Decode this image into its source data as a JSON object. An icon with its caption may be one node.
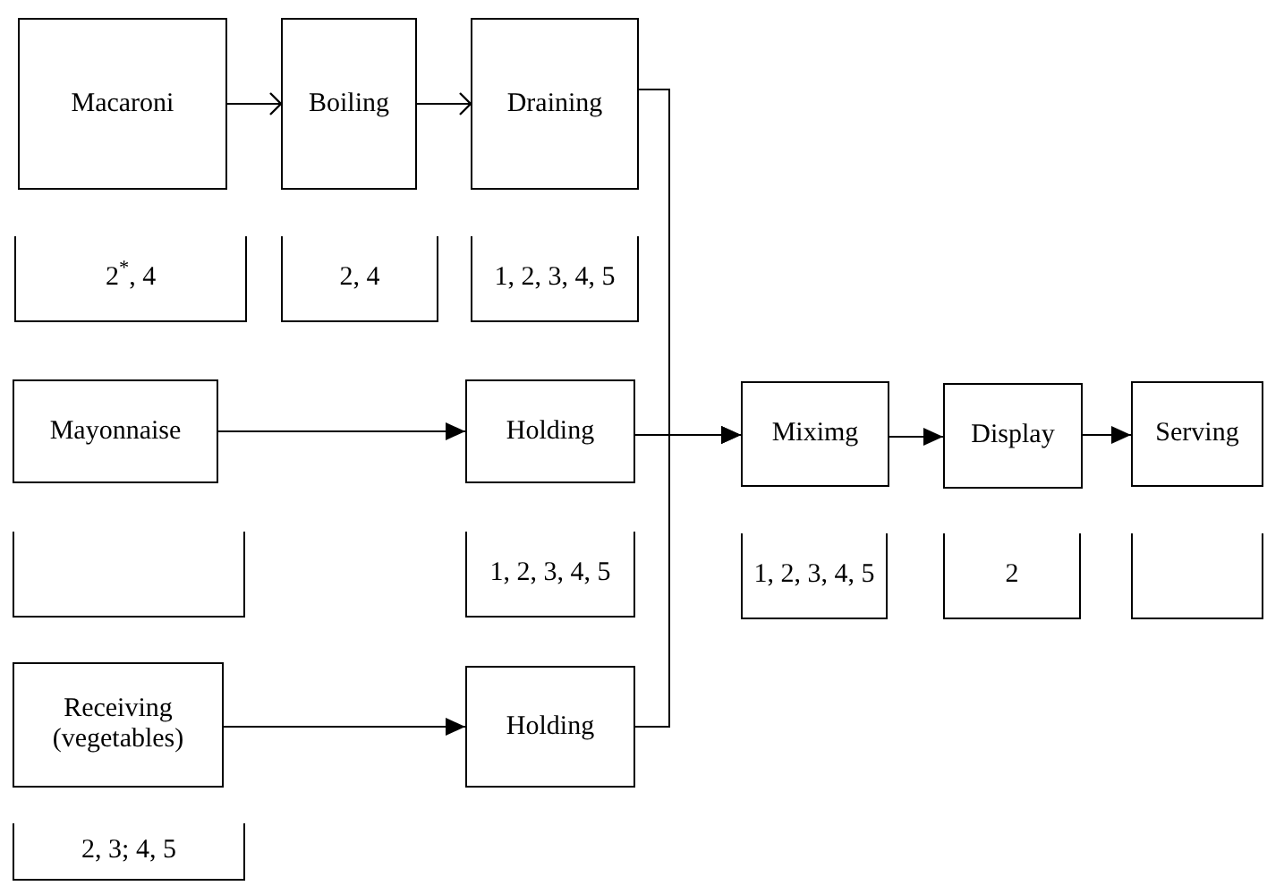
{
  "diagram": {
    "nodes": [
      {
        "text": [
          "Macaroni"
        ]
      },
      {
        "text": [
          "Boiling"
        ]
      },
      {
        "text": [
          "Draining"
        ]
      },
      {
        "text": [
          "2$^{*}$, 4"
        ]
      },
      {
        "text": [
          "2, 4"
        ]
      },
      {
        "text": [
          "1, 2, 3, 4, 5"
        ]
      },
      {
        "text": [
          "Mayonnaise"
        ]
      },
      {
        "text": [
          "Holding"
        ]
      },
      {
        "text": [
          "Miximg"
        ]
      },
      {
        "text": [
          "Display"
        ]
      },
      {
        "text": [
          "Serving"
        ]
      },
      {
        "text": [],
        "shape": "box"
      },
      {
        "text": [
          "1, 2, 3, 4, 5"
        ]
      },
      {
        "text": [
          "1, 2, 3, 4, 5"
        ]
      },
      {
        "text": [
          "2"
        ]
      },
      {
        "text": [],
        "shape": "box"
      },
      {
        "text": [
          "Receiving (vegetables)"
        ]
      },
      {
        "text": [
          "Holding"
        ]
      },
      {
        "text": [
          "2, 3; 4, 5"
        ]
      }
    ],
    "edges": [
      {
        "from": 0,
        "to": 1,
        "arrow": "to"
      },
      {
        "from": 1,
        "to": 2,
        "arrow": "to"
      },
      {
        "from": 6,
        "to": 7,
        "arrow": "to"
      },
      {
        "from": 16,
        "to": 17,
        "arrow": "to"
      },
      {
        "from": 2,
        "to": 8,
        "arrow": "to"
      },
      {
        "from": 7,
        "to": 8,
        "arrow": "to"
      },
      {
        "from": 17,
        "to": 8,
        "arrow": "to"
      },
      {
        "from": 8,
        "to": 9,
        "arrow": "to"
      },
      {
        "from": 9,
        "to": 10,
        "arrow": "to"
      }
    ]
  }
}
